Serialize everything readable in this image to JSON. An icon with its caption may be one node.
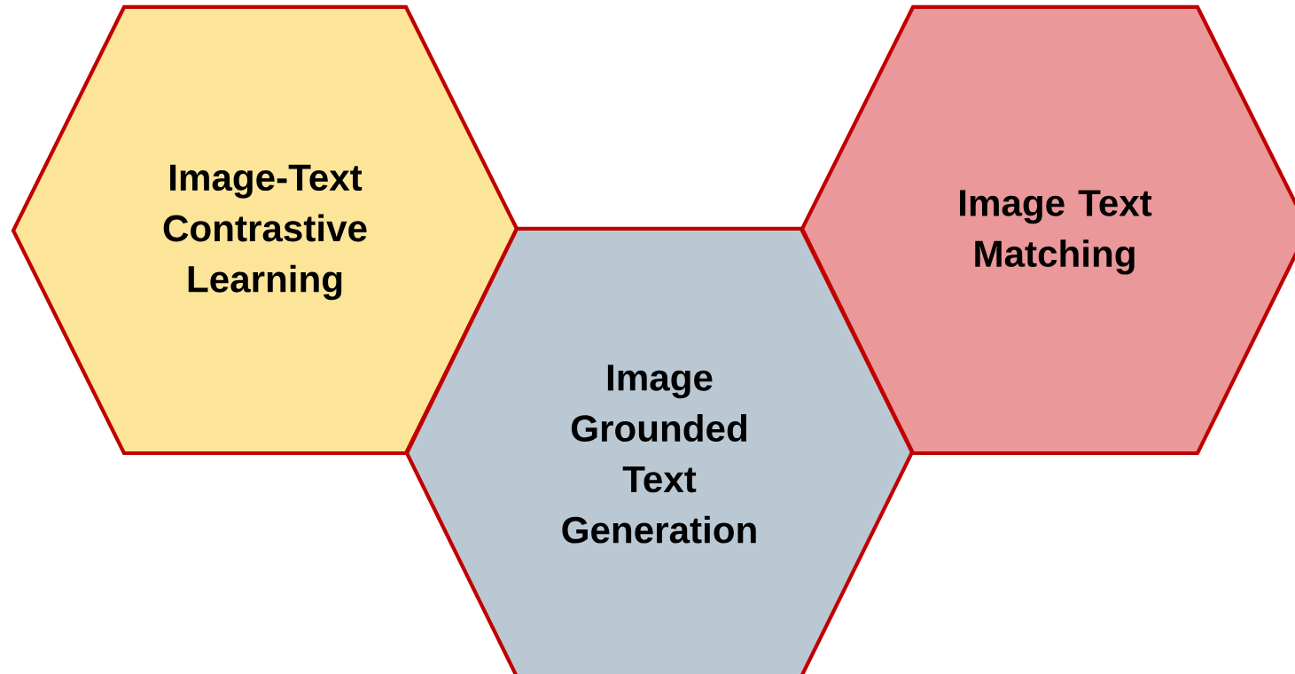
{
  "diagram": {
    "nodes": [
      {
        "text": [
          "Image-Text Contrastive Learning"
        ]
      },
      {
        "text": [
          "Image Grounded Text Generation"
        ]
      },
      {
        "text": [
          "Image Text Matching"
        ]
      }
    ]
  }
}
